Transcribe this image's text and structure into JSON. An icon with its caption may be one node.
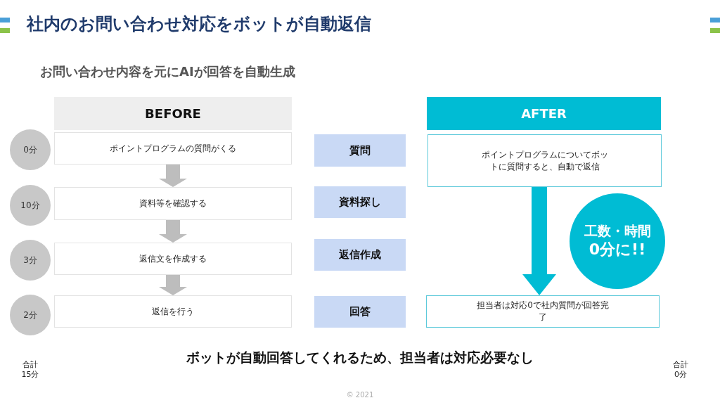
{
  "diagram": {
    "title": "社内のお問い合わせ対応をボットが自動返信",
    "nodes": [
      {
        "text": [
          "BEFORE"
        ]
      },
      {
        "text": [
          "ポイントプログラムの質問がくる"
        ]
      },
      {
        "text": [
          "資料等を確認する"
        ]
      },
      {
        "text": [
          "返信文を作成する"
        ]
      },
      {
        "text": [
          "返信を行う"
        ]
      },
      {
        "text": [
          "0分"
        ]
      },
      {
        "text": [
          "10分"
        ]
      },
      {
        "text": [
          "3分"
        ]
      },
      {
        "text": [
          "2分"
        ]
      },
      {
        "text": [
          "質問"
        ]
      },
      {
        "text": [
          "資料探し"
        ]
      },
      {
        "text": [
          "返信作成"
        ]
      },
      {
        "text": [
          "回答"
        ]
      },
      {
        "text": [
          "AFTER"
        ]
      },
      {
        "text": [
          "ポイントプログラムについてボットに質問すると、自動で返信"
        ]
      },
      {
        "text": [
          "工数・時間",
          "0分に!!"
        ]
      },
      {
        "text": [
          "担当者は対応0で社内質問が回答完了"
        ]
      }
    ],
    "edges": [
      {
        "from": 1,
        "to": 2,
        "arrow": "to"
      },
      {
        "from": 2,
        "to": 3,
        "arrow": "to"
      },
      {
        "from": 3,
        "to": 4,
        "arrow": "to"
      },
      {
        "from": 14,
        "to": 16,
        "arrow": "to",
        "color": "#00bcd4"
      }
    ],
    "labels": [
      "お問い合わせ内容を元にAIが回答を自動生成",
      "ボットが自動回答してくれるため、担当者は対応必要なし",
      "合計15分",
      "合計0分",
      "© 2021"
    ]
  }
}
